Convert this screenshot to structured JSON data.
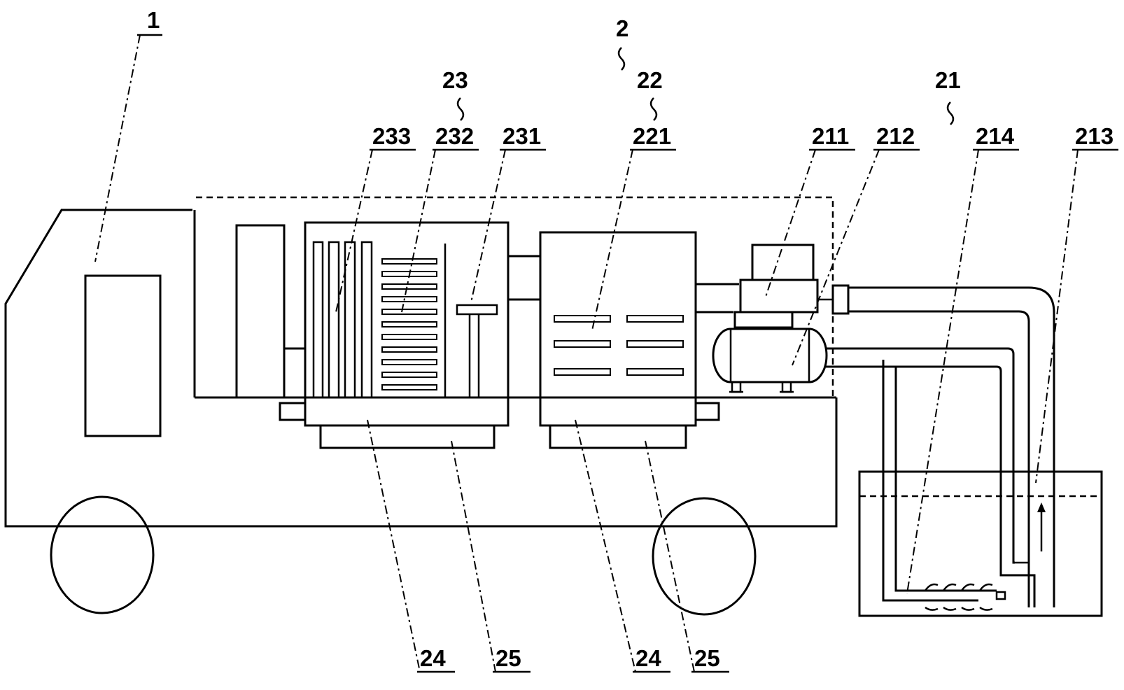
{
  "labels": {
    "truck": "1",
    "system": "2",
    "unit_21": "21",
    "unit_22": "22",
    "unit_23": "23",
    "part_211": "211",
    "part_212": "212",
    "part_213": "213",
    "part_214": "214",
    "part_221": "221",
    "part_231": "231",
    "part_232": "232",
    "part_233": "233",
    "base_24_left": "24",
    "base_25_left": "25",
    "base_24_right": "24",
    "base_25_right": "25"
  }
}
